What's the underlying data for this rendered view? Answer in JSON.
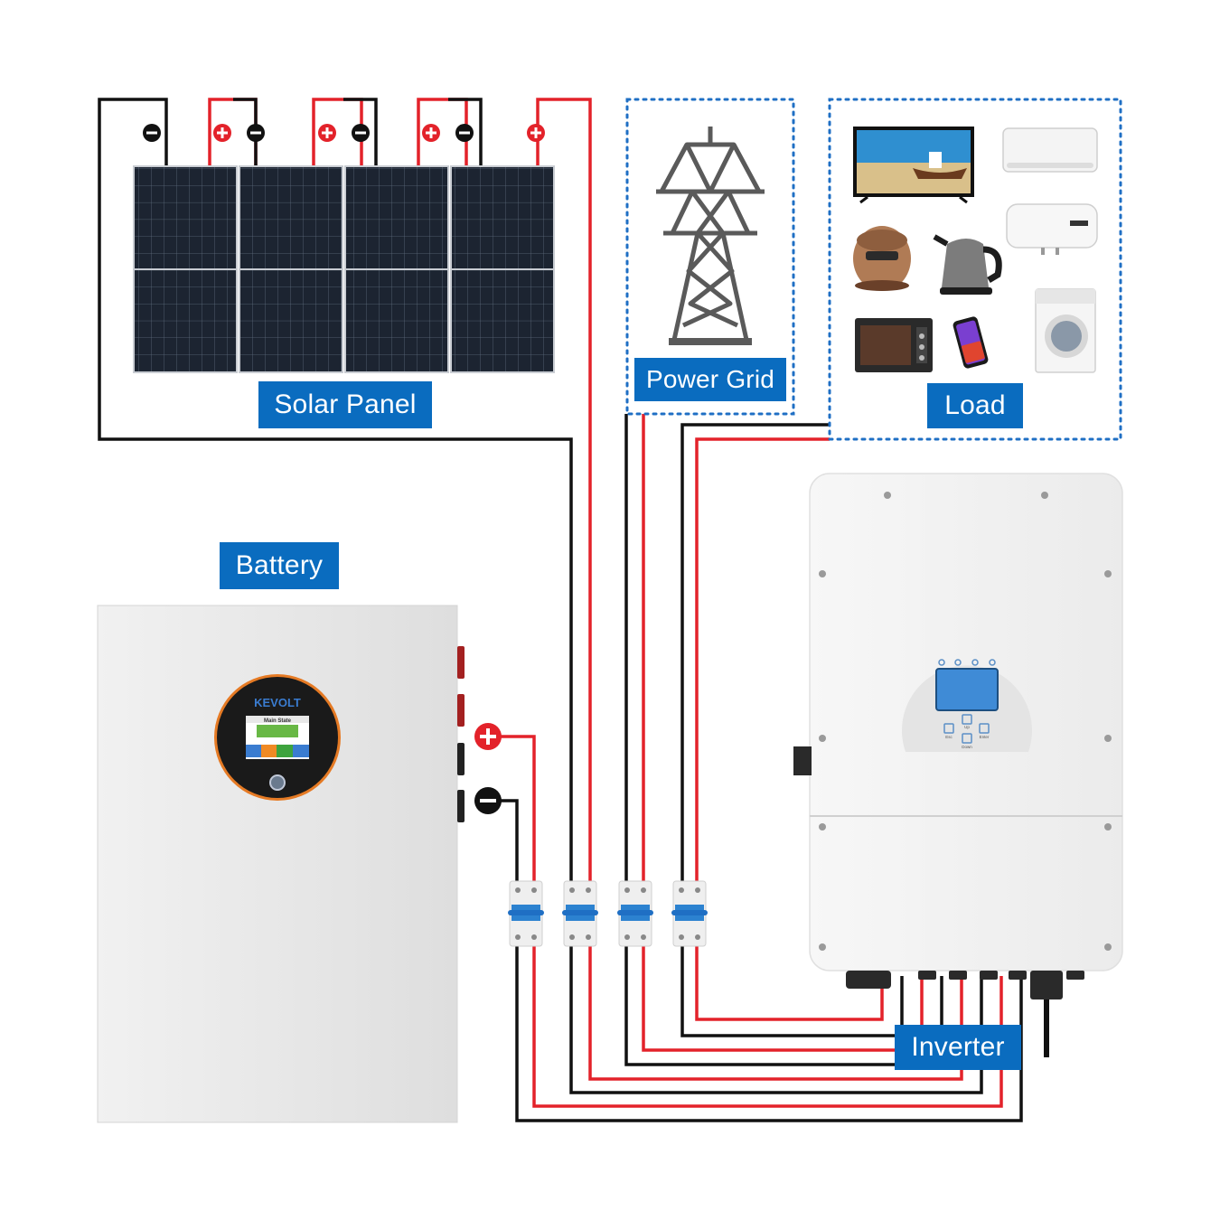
{
  "labels": {
    "solar_panel": "Solar Panel",
    "power_grid": "Power Grid",
    "load": "Load",
    "battery": "Battery",
    "inverter": "Inverter"
  },
  "battery": {
    "brand": "KEVOLT",
    "screen_title": "Main State"
  },
  "inverter_buttons": {
    "esc": "Esc",
    "up": "Up",
    "down": "Down",
    "enter": "Enter"
  },
  "terminals": {
    "positive": "+",
    "negative": "−"
  },
  "load_devices": [
    "tv-icon",
    "air-conditioner-icon",
    "water-heater-icon",
    "rice-cooker-icon",
    "kettle-icon",
    "oven-icon",
    "smartphone-icon",
    "washing-machine-icon"
  ],
  "colors": {
    "label_bg": "#0a6cbf",
    "positive_wire": "#e3222a",
    "negative_wire": "#111111",
    "panel_cell": "#1c2431",
    "dotted_border": "#1f6fc4"
  }
}
